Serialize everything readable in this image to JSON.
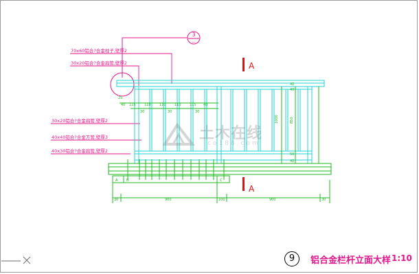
{
  "callouts": {
    "c1": "70x60铝合?合金柱子,壁厚2",
    "c2": "30x20铝合?合金扁管,壁厚2",
    "c3": "30x20铝合?合金扁管,壁厚2",
    "c4": "40x40铝合?合金方管,壁厚3",
    "c5": "40x30铝合?合金扁管,壁厚2"
  },
  "detail_mark": {
    "number": "3",
    "sub": "—"
  },
  "section_marks": {
    "top": "A",
    "bottom": "A"
  },
  "dimensions": {
    "d40a": "40",
    "d115a": "115",
    "d110a": "110",
    "d110b": "110",
    "d110c": "110",
    "d115b": "115",
    "d40b": "40",
    "d30a": "30",
    "d30b": "30",
    "d30c": "30",
    "d25": "25",
    "d40c": "40",
    "d40d": "40",
    "d1000": "1000",
    "d850": "850",
    "d50": "50",
    "d40e": "40",
    "b30a": "30",
    "b900a": "900",
    "b100": "100",
    "b900b": "900",
    "b30b": "30",
    "ga": "A",
    "gb": "B",
    "gc": "C"
  },
  "title": {
    "number": "9",
    "text": "铝合金栏杆立面大样",
    "scale": "1:10"
  },
  "watermark": {
    "main": "土木在线",
    "sub": "co188.com"
  },
  "colors": {
    "background": "#ffffff",
    "structure": "#1fd3d3",
    "callout": "#e0178c",
    "frame_leader": "#e0178c",
    "dimension": "#1db81d",
    "section": "#e01010"
  }
}
